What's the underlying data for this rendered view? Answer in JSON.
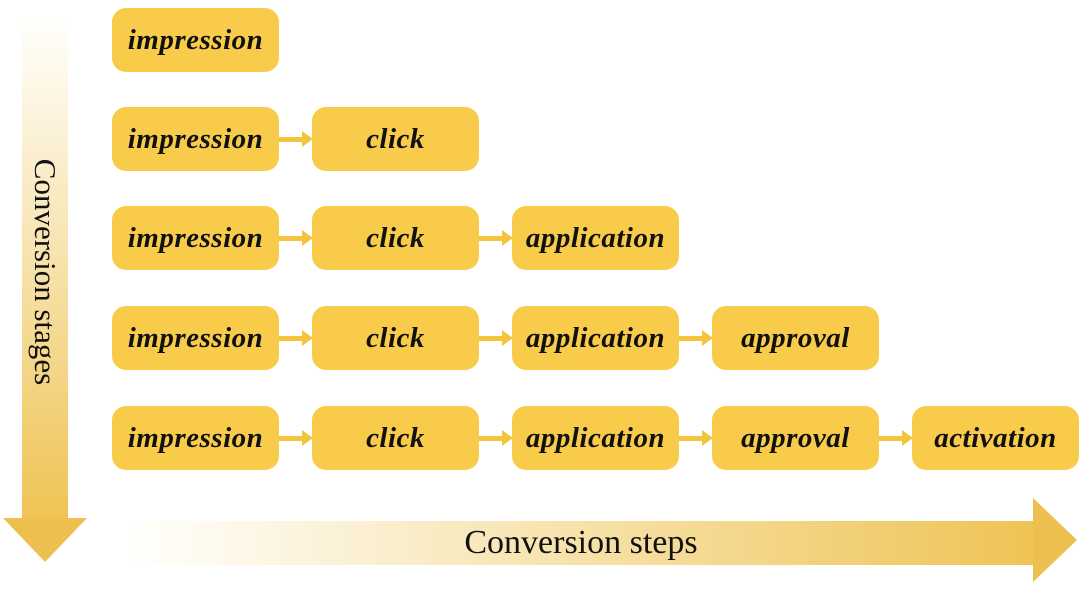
{
  "diagram": {
    "vertical_axis_label": "Conversion stages",
    "horizontal_axis_label": "Conversion steps",
    "rows": [
      {
        "steps": [
          "impression"
        ]
      },
      {
        "steps": [
          "impression",
          "click"
        ]
      },
      {
        "steps": [
          "impression",
          "click",
          "application"
        ]
      },
      {
        "steps": [
          "impression",
          "click",
          "application",
          "approval"
        ]
      },
      {
        "steps": [
          "impression",
          "click",
          "application",
          "approval",
          "activation"
        ]
      }
    ],
    "colors": {
      "box_fill": "#F8CC4A",
      "connector": "#F4C43C",
      "axis_gradient_start": "#FFFFFD",
      "axis_gradient_end": "#EFC455",
      "axis_head": "#ECBF4E",
      "text": "#111111"
    }
  }
}
